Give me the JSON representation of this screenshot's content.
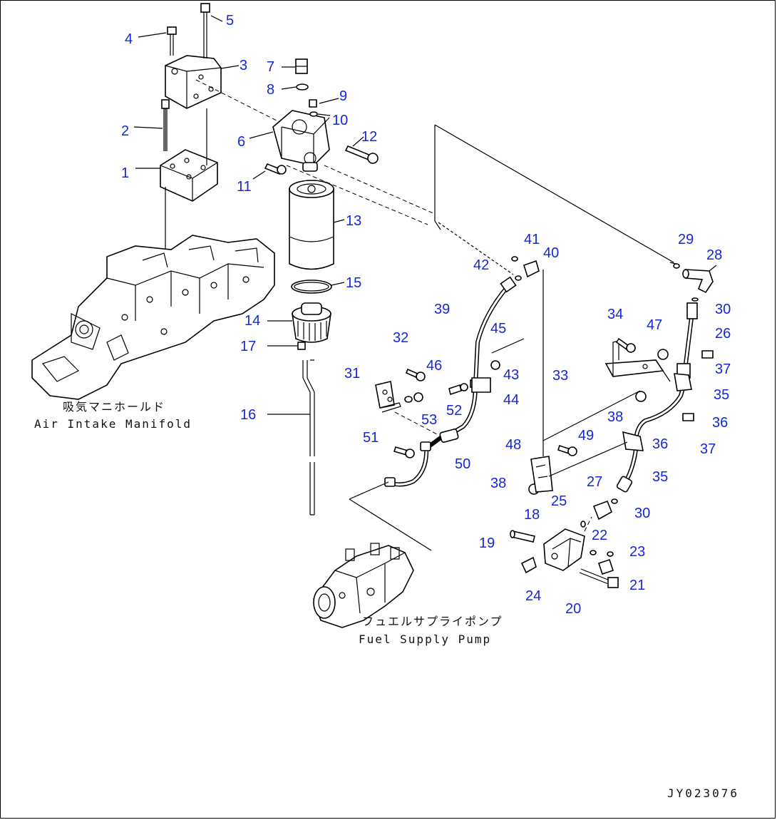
{
  "captions": {
    "manifold_jp": "吸気マニホールド",
    "manifold_en": "Air Intake Manifold",
    "pump_jp": "フュエルサプライポンプ",
    "pump_en": "Fuel Supply Pump"
  },
  "drawing_code": "JY023076",
  "part_numbers": {
    "n1": "1",
    "n2": "2",
    "n3": "3",
    "n4": "4",
    "n5": "5",
    "n6": "6",
    "n7": "7",
    "n8": "8",
    "n9": "9",
    "n10": "10",
    "n11": "11",
    "n12": "12",
    "n13": "13",
    "n14": "14",
    "n15": "15",
    "n16": "16",
    "n17": "17",
    "n18": "18",
    "n19": "19",
    "n20": "20",
    "n21": "21",
    "n22": "22",
    "n23": "23",
    "n24": "24",
    "n25": "25",
    "n26": "26",
    "n27": "27",
    "n28": "28",
    "n29": "29",
    "n30a": "30",
    "n30b": "30",
    "n31": "31",
    "n32": "32",
    "n33": "33",
    "n34": "34",
    "n35a": "35",
    "n35b": "35",
    "n36a": "36",
    "n36b": "36",
    "n37a": "37",
    "n37b": "37",
    "n38a": "38",
    "n38b": "38",
    "n39": "39",
    "n40": "40",
    "n41": "41",
    "n42": "42",
    "n43": "43",
    "n44": "44",
    "n45": "45",
    "n46": "46",
    "n47": "47",
    "n48": "48",
    "n49": "49",
    "n50": "50",
    "n51": "51",
    "n52": "52",
    "n53": "53"
  },
  "colors": {
    "callout": "#1428d8",
    "line": "#000000"
  }
}
